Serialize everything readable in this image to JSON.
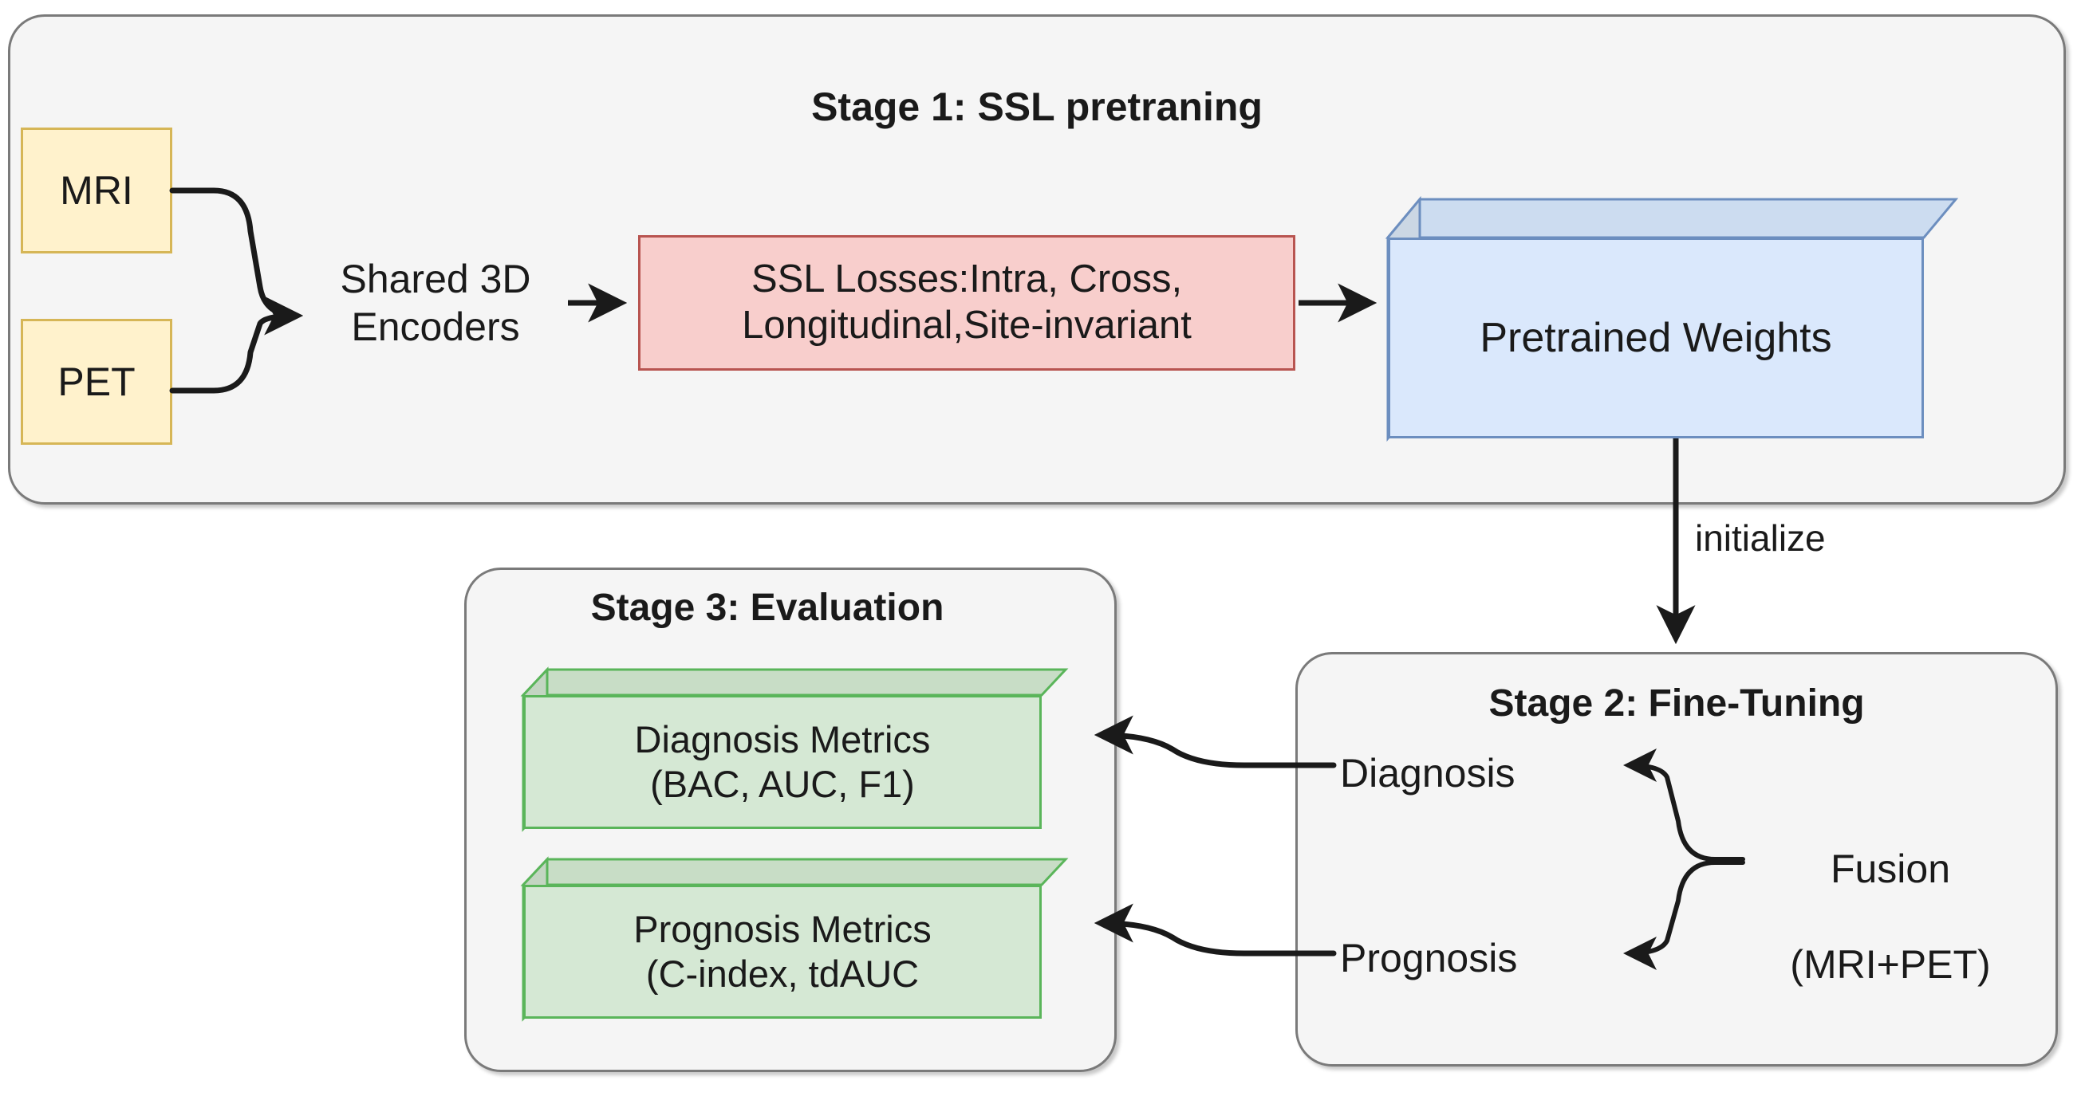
{
  "diagram": {
    "title": "Two-stage SSL pretraining, fine-tuning and evaluation pipeline",
    "colors": {
      "container_fill": "#f5f5f5",
      "container_stroke": "#7a7a7a",
      "yellow_fill": "#fff2cc",
      "yellow_stroke": "#d6b656",
      "red_fill": "#f8cecc",
      "red_stroke": "#b85450",
      "blue_fill": "#dae8fc",
      "blue_stroke": "#6c8ebf",
      "green_fill": "#d5e8d4",
      "green_stroke": "#5ab55a",
      "arrow": "#1a1a1a",
      "text": "#1a1a1a"
    }
  },
  "stage1": {
    "title": "Stage 1: SSL pretraning",
    "inputs": [
      {
        "label": "MRI"
      },
      {
        "label": "PET"
      }
    ],
    "encoder": {
      "label": "Shared 3D\nEncoders"
    },
    "losses": {
      "line1": "SSL Losses:Intra, Cross,",
      "line2": "Longitudinal,Site-invariant"
    },
    "output": {
      "label": "Pretrained Weights"
    }
  },
  "edges": {
    "initialize": "initialize"
  },
  "stage2": {
    "title": "Stage 2: Fine-Tuning",
    "tasks": [
      {
        "label": "Diagnosis"
      },
      {
        "label": "Prognosis"
      }
    ],
    "fusion": {
      "line1": "Fusion",
      "line2": "(MRI+PET)"
    }
  },
  "stage3": {
    "title": "Stage 3: Evaluation",
    "metrics": [
      {
        "line1": "Diagnosis Metrics",
        "line2": "(BAC, AUC, F1)"
      },
      {
        "line1": "Prognosis Metrics",
        "line2": "(C-index, tdAUC"
      }
    ]
  }
}
